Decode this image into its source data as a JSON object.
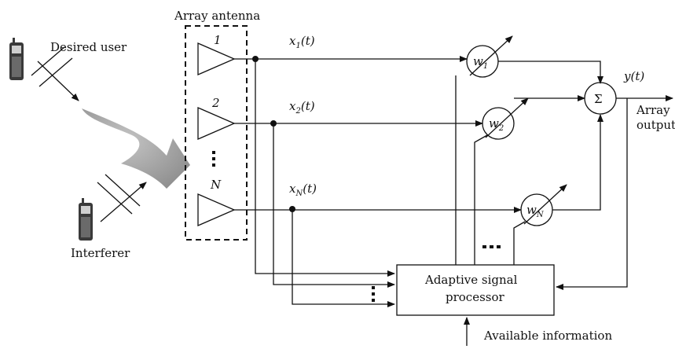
{
  "labels": {
    "array_antenna": "Array antenna",
    "desired_user": "Desired user",
    "interferer": "Interferer",
    "antenna_1": "1",
    "antenna_2": "2",
    "antenna_n": "N",
    "x": "x",
    "t_suffix": "(t)",
    "sub_1": "1",
    "sub_2": "2",
    "sub_n": "N",
    "w": "w",
    "sigma": "Σ",
    "y_out": "y(t)",
    "array_out_1": "Array",
    "array_out_2": "output",
    "processor_1": "Adaptive signal",
    "processor_2": "processor",
    "available_info": "Available information"
  },
  "icons": [
    "mobile-phone-icon",
    "interferer-phone-icon",
    "beam-arrow-icon"
  ],
  "colors": {
    "beam": "#9a9a9a",
    "line": "#111111"
  }
}
